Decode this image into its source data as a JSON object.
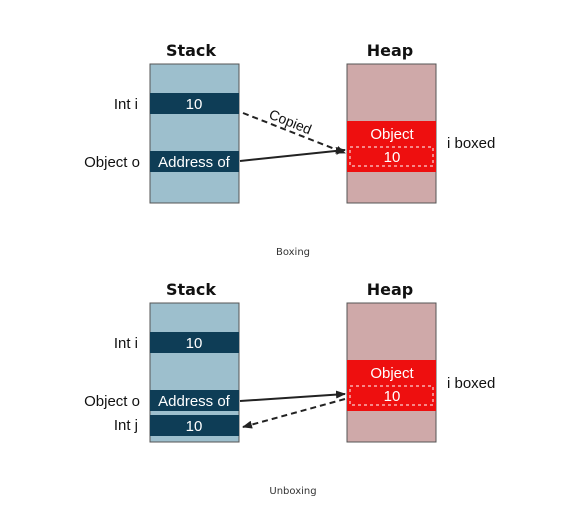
{
  "colors": {
    "stack_bg": "#9dbfcd",
    "stack_cell": "#0e3d56",
    "heap_bg": "#cfa9a9",
    "heap_object": "#ee0f0f",
    "arrow": "#222222"
  },
  "boxing": {
    "stack_title": "Stack",
    "heap_title": "Heap",
    "int_i_label": "Int i",
    "object_o_label": "Object o",
    "int_i_value": "10",
    "object_o_value": "Address of",
    "heap_object_label": "Object",
    "heap_object_value": "10",
    "i_boxed_label": "i boxed",
    "copied_label": "Copied",
    "caption": "Boxing"
  },
  "unboxing": {
    "stack_title": "Stack",
    "heap_title": "Heap",
    "int_i_label": "Int i",
    "object_o_label": "Object o",
    "int_j_label": "Int j",
    "int_i_value": "10",
    "object_o_value": "Address of",
    "int_j_value": "10",
    "heap_object_label": "Object",
    "heap_object_value": "10",
    "i_boxed_label": "i boxed",
    "caption": "Unboxing"
  }
}
